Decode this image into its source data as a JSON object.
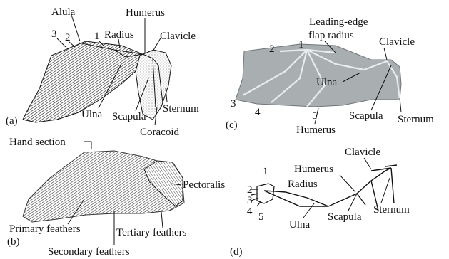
{
  "panels": {
    "a": {
      "tag": "(a)",
      "labels": {
        "alula": "Alula",
        "humerus": "Humerus",
        "radius": "Radius",
        "clavicle": "Clavicle",
        "ulna": "Ulna",
        "scapula": "Scapula",
        "sternum": "Sternum",
        "coracoid": "Coracoid",
        "d1": "1",
        "d2": "2",
        "d3": "3"
      }
    },
    "b": {
      "tag": "(b)",
      "labels": {
        "hand_section": "Hand section",
        "pectoralis": "Pectoralis",
        "primary": "Primary feathers",
        "secondary": "Secondary feathers",
        "tertiary": "Tertiary feathers"
      }
    },
    "c": {
      "tag": "(c)",
      "labels": {
        "leading_edge_1": "Leading-edge",
        "leading_edge_2": "flap radius",
        "clavicle": "Clavicle",
        "ulna": "Ulna",
        "scapula": "Scapula",
        "sternum": "Sternum",
        "humerus": "Humerus",
        "d1": "1",
        "d2": "2",
        "d3": "3",
        "d4": "4",
        "d5": "5"
      }
    },
    "d": {
      "tag": "(d)",
      "labels": {
        "clavicle": "Clavicle",
        "humerus": "Humerus",
        "radius": "Radius",
        "sternum": "Sternum",
        "scapula": "Scapula",
        "ulna": "Ulna",
        "d1": "1",
        "d2": "2",
        "d3": "3",
        "d4": "4",
        "d5": "5"
      }
    }
  },
  "colors": {
    "ink": "#111111",
    "bat_membrane": "#a9aeb1",
    "bird_body_stipple": "#cfcfcf"
  }
}
